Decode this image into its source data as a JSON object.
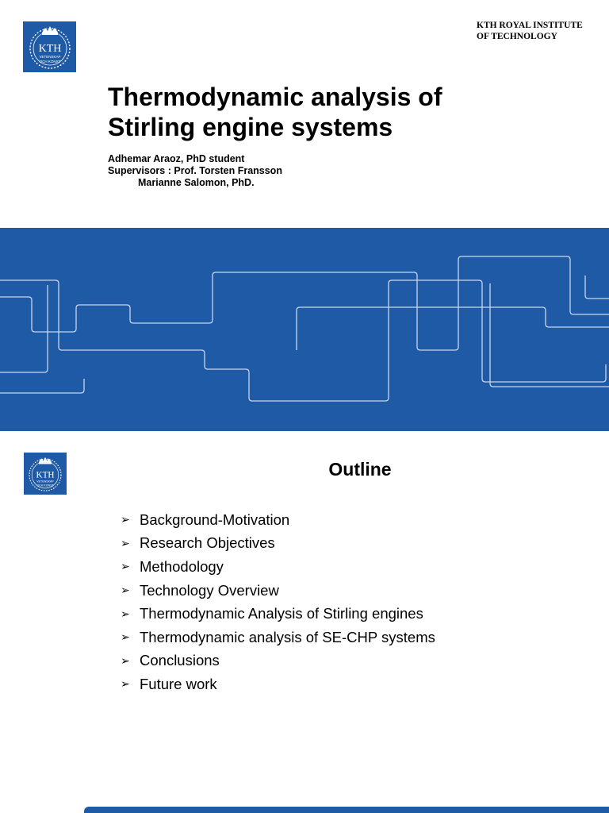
{
  "slide1": {
    "logo_text": "KTH",
    "logo_subtext_1": "VETENSKAP",
    "logo_subtext_2": "OCH KONST",
    "institute_line1": "KTH ROYAL INSTITUTE",
    "institute_line2": "OF TECHNOLOGY",
    "title_line1": "Thermodynamic analysis of",
    "title_line2": "Stirling engine systems",
    "author": "Adhemar Araoz, PhD student",
    "supervisors": "Supervisors : Prof. Torsten Fransson",
    "supervisor2": "Marianne Salomon, PhD."
  },
  "slide2": {
    "logo_text": "KTH",
    "logo_subtext_1": "VETENSKAP",
    "logo_subtext_2": "OCH KONST",
    "heading": "Outline",
    "items": [
      "Background-Motivation",
      "Research Objectives",
      "Methodology",
      "Technology Overview",
      "Thermodynamic Analysis of Stirling engines",
      "Thermodynamic analysis of  SE-CHP systems",
      "Conclusions",
      "Future work"
    ],
    "bullet_glyph": "➢"
  },
  "colors": {
    "kth_blue": "#1f5aa6",
    "line_color": "#c8d6ec"
  }
}
